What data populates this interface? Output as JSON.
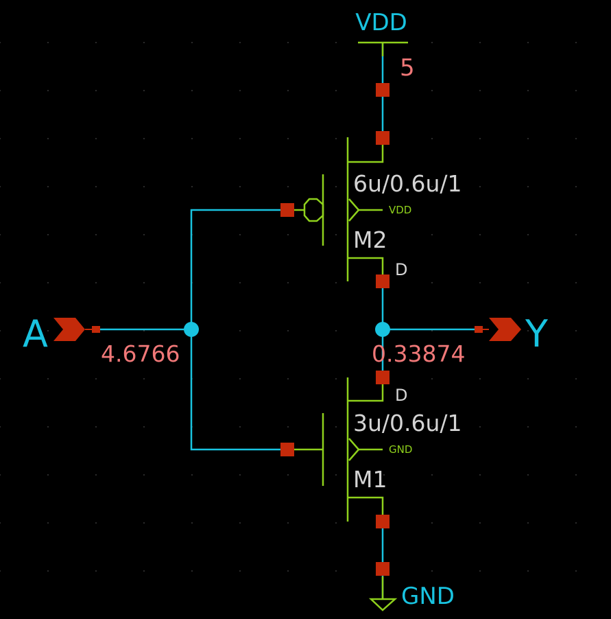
{
  "nets": {
    "vdd": {
      "label": "VDD",
      "voltage": "5"
    },
    "gnd": {
      "label": "GND"
    },
    "input": {
      "label": "A",
      "voltage": "4.6766"
    },
    "output": {
      "label": "Y",
      "voltage": "0.33874"
    }
  },
  "transistors": {
    "pmos": {
      "name": "M2",
      "size": "6u/0.6u/1",
      "bulk": "VDD",
      "drain_label": "D"
    },
    "nmos": {
      "name": "M1",
      "size": "3u/0.6u/1",
      "bulk": "GND",
      "drain_label": "D"
    }
  },
  "colors": {
    "background": "#000000",
    "wire": "#19c3e0",
    "symbol": "#8fd11c",
    "pin": "#c42a0a",
    "voltage_text": "#f07878",
    "net_label_text": "#19c3e0",
    "device_text": "#d4d4d4"
  }
}
